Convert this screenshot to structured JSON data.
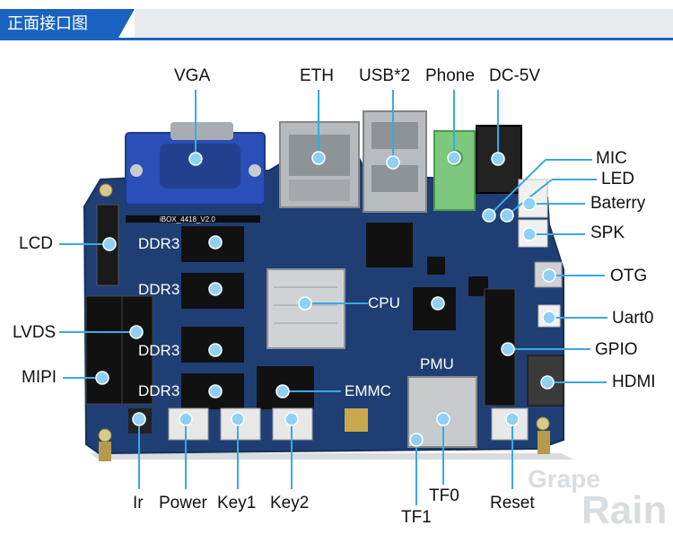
{
  "header": {
    "title": "正面接口图"
  },
  "board": {
    "silkscreen": "iBOX_4418_V2.0",
    "watermark_line1": "Grape",
    "watermark_line2": "Rain"
  },
  "labels": {
    "vga": "VGA",
    "eth": "ETH",
    "usb": "USB*2",
    "phone": "Phone",
    "dc": "DC-5V",
    "mic": "MIC",
    "led": "LED",
    "battery": "Baterry",
    "spk": "SPK",
    "otg": "OTG",
    "uart": "Uart0",
    "gpio": "GPIO",
    "hdmi": "HDMI",
    "lcd": "LCD",
    "lvds": "LVDS",
    "mipi": "MIPI",
    "ddr1": "DDR3",
    "ddr2": "DDR3",
    "ddr3": "DDR3",
    "ddr4": "DDR3",
    "cpu": "CPU",
    "pmu": "PMU",
    "emmc": "EMMC",
    "ir": "Ir",
    "power": "Power",
    "key1": "Key1",
    "key2": "Key2",
    "tf0": "TF0",
    "tf1": "TF1",
    "reset": "Reset"
  },
  "colors": {
    "accent": "#1a63c0",
    "pcb": "#1d3d72",
    "leader": "#39a9e3",
    "dot": "#8fd0f5"
  }
}
